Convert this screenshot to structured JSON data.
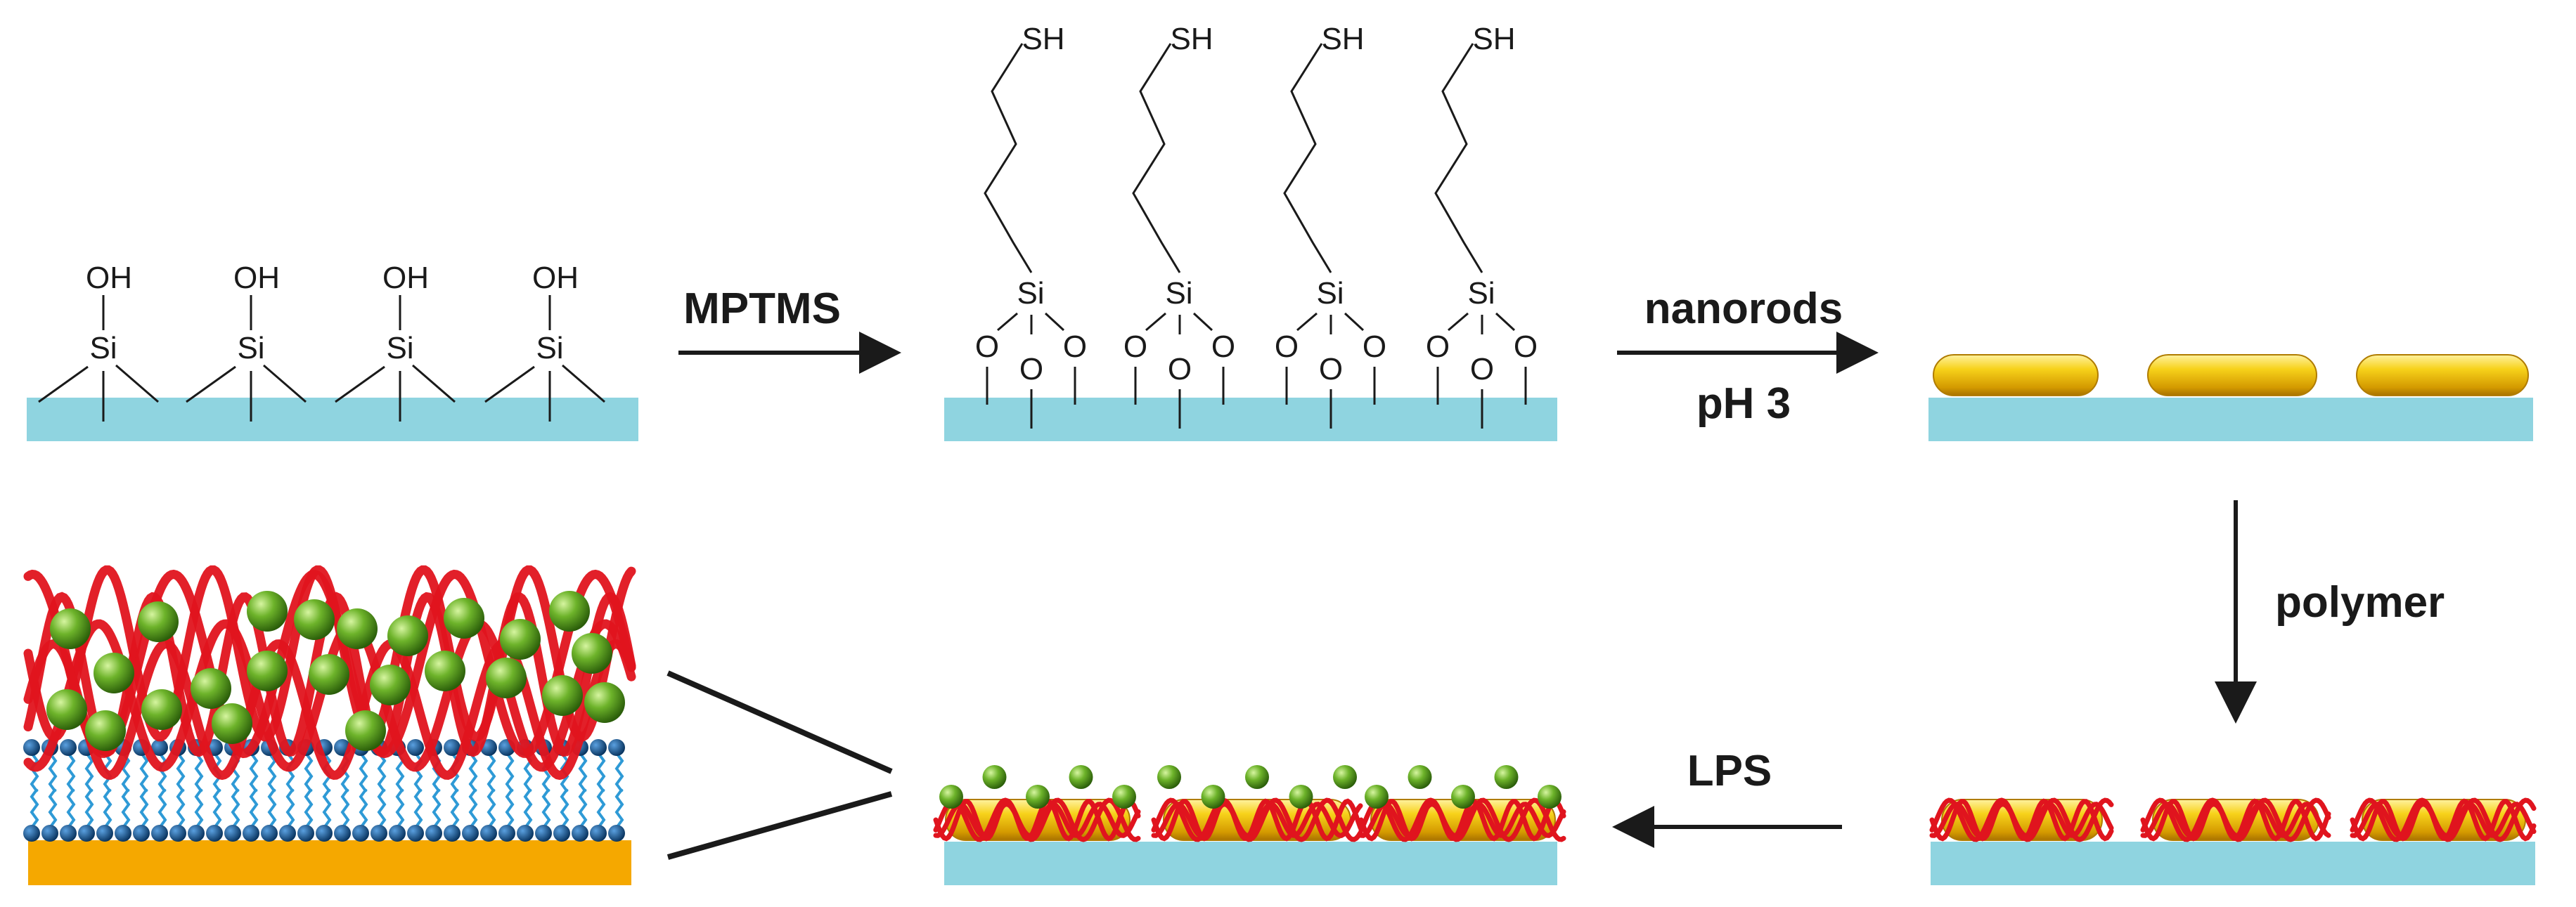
{
  "labels": {
    "oh": "OH",
    "si": "Si",
    "o": "O",
    "sh": "SH",
    "step_mptms": "MPTMS",
    "step_nanorods": "nanorods",
    "step_ph": "pH 3",
    "step_polymer": "polymer",
    "step_lps": "LPS"
  },
  "colors": {
    "substrate": "#8fd4e0",
    "gold_rod": "#f2c200",
    "gold_layer": "#f5a800",
    "polymer_chain": "#e0141e",
    "lps_particle": "#4f9a1c",
    "lipid_head": "#0b4f86",
    "lipid_tail": "#2e9ad6"
  },
  "icons": [
    "silanol-group",
    "thiol-silane-group",
    "gold-nanorod",
    "polymer-chain",
    "lps-particle",
    "lipid-bilayer",
    "process-arrow"
  ]
}
